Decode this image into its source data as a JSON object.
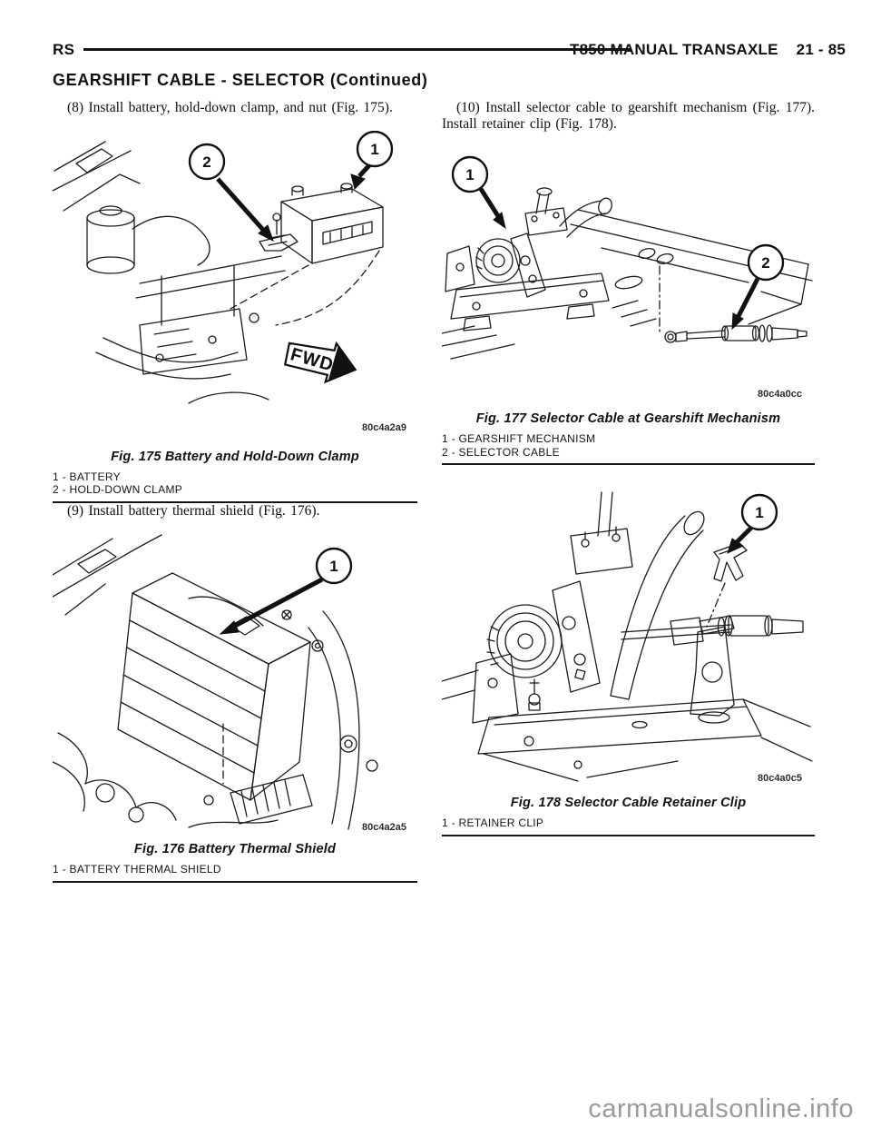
{
  "header": {
    "model_code": "RS",
    "manual_title": "T850 MANUAL TRANSAXLE",
    "page_number": "21 - 85",
    "section_title": "GEARSHIFT CABLE - SELECTOR (Continued)"
  },
  "steps": {
    "step8": "(8) Install battery, hold-down clamp, and nut (Fig. 175).",
    "step9": "(9) Install battery thermal shield (Fig. 176).",
    "step10": "(10) Install selector cable to gearshift mechanism (Fig. 177). Install retainer clip (Fig. 178)."
  },
  "figures": {
    "fig175": {
      "code": "80c4a2a9",
      "caption": "Fig. 175 Battery and Hold-Down Clamp",
      "callout1": "1",
      "callout2": "2",
      "fwd_label": "FWD",
      "legend": [
        "1 - BATTERY",
        "2 - HOLD-DOWN CLAMP"
      ]
    },
    "fig176": {
      "code": "80c4a2a5",
      "caption": "Fig. 176 Battery Thermal Shield",
      "callout1": "1",
      "legend": [
        "1 - BATTERY THERMAL SHIELD"
      ]
    },
    "fig177": {
      "code": "80c4a0cc",
      "caption": "Fig. 177 Selector Cable at Gearshift Mechanism",
      "callout1": "1",
      "callout2": "2",
      "legend": [
        "1 - GEARSHIFT MECHANISM",
        "2 - SELECTOR CABLE"
      ]
    },
    "fig178": {
      "code": "80c4a0c5",
      "caption": "Fig. 178 Selector Cable Retainer Clip",
      "callout1": "1",
      "legend": [
        "1 - RETAINER CLIP"
      ]
    }
  },
  "watermark": "carmanualsonline.info"
}
